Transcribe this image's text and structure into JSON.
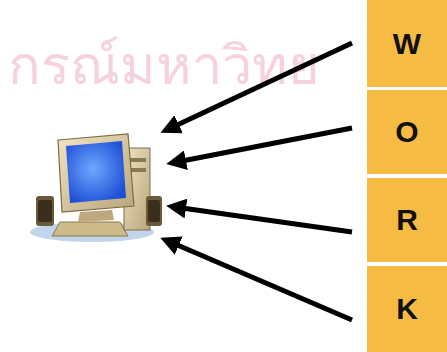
{
  "diagram": {
    "nodes": [
      {
        "text": [
          "W"
        ]
      },
      {
        "text": [
          "O"
        ]
      },
      {
        "text": [
          "R"
        ]
      },
      {
        "text": [
          "K"
        ]
      }
    ],
    "labels": [
      "กรณ์มหาวิทย"
    ]
  }
}
